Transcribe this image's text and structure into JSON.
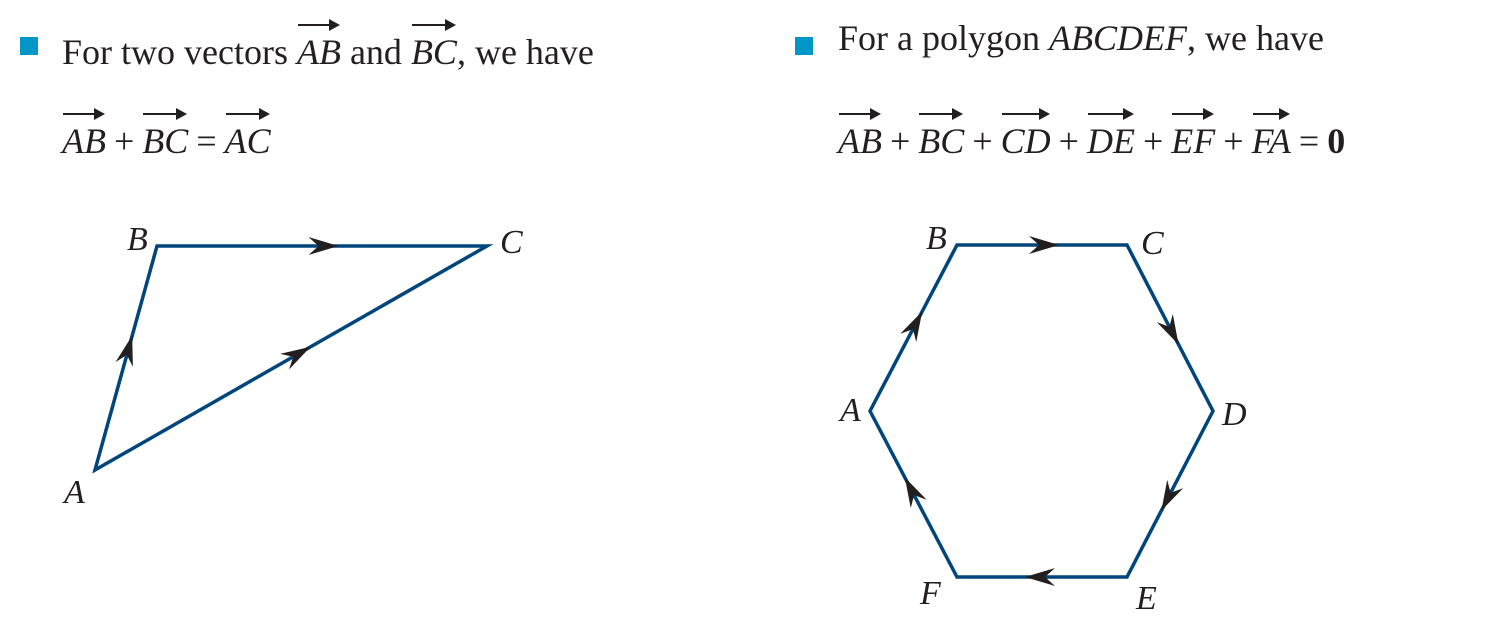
{
  "colors": {
    "bullet": "#0096c8",
    "edge": "#00457c",
    "arrow": "#231f20",
    "text": "#231f20"
  },
  "left": {
    "intro": {
      "text1": "For two vectors ",
      "v1": "AB",
      "and": " and ",
      "v2": "BC",
      "text2": ", we have"
    },
    "equation": {
      "v1": "AB",
      "plus": "+",
      "v2": "BC",
      "eq": "=",
      "v3": "AC"
    },
    "triangle_labels": {
      "A": "A",
      "B": "B",
      "C": "C"
    }
  },
  "right": {
    "intro": {
      "text1": "For a polygon ",
      "poly": "ABCDEF",
      "text2": ", we have"
    },
    "equation": {
      "v1": "AB",
      "v2": "BC",
      "v3": "CD",
      "v4": "DE",
      "v5": "EF",
      "v6": "FA",
      "plus": "+",
      "eq": "=",
      "zero": "0"
    },
    "hexagon_labels": {
      "A": "A",
      "B": "B",
      "C": "C",
      "D": "D",
      "E": "E",
      "F": "F"
    }
  }
}
